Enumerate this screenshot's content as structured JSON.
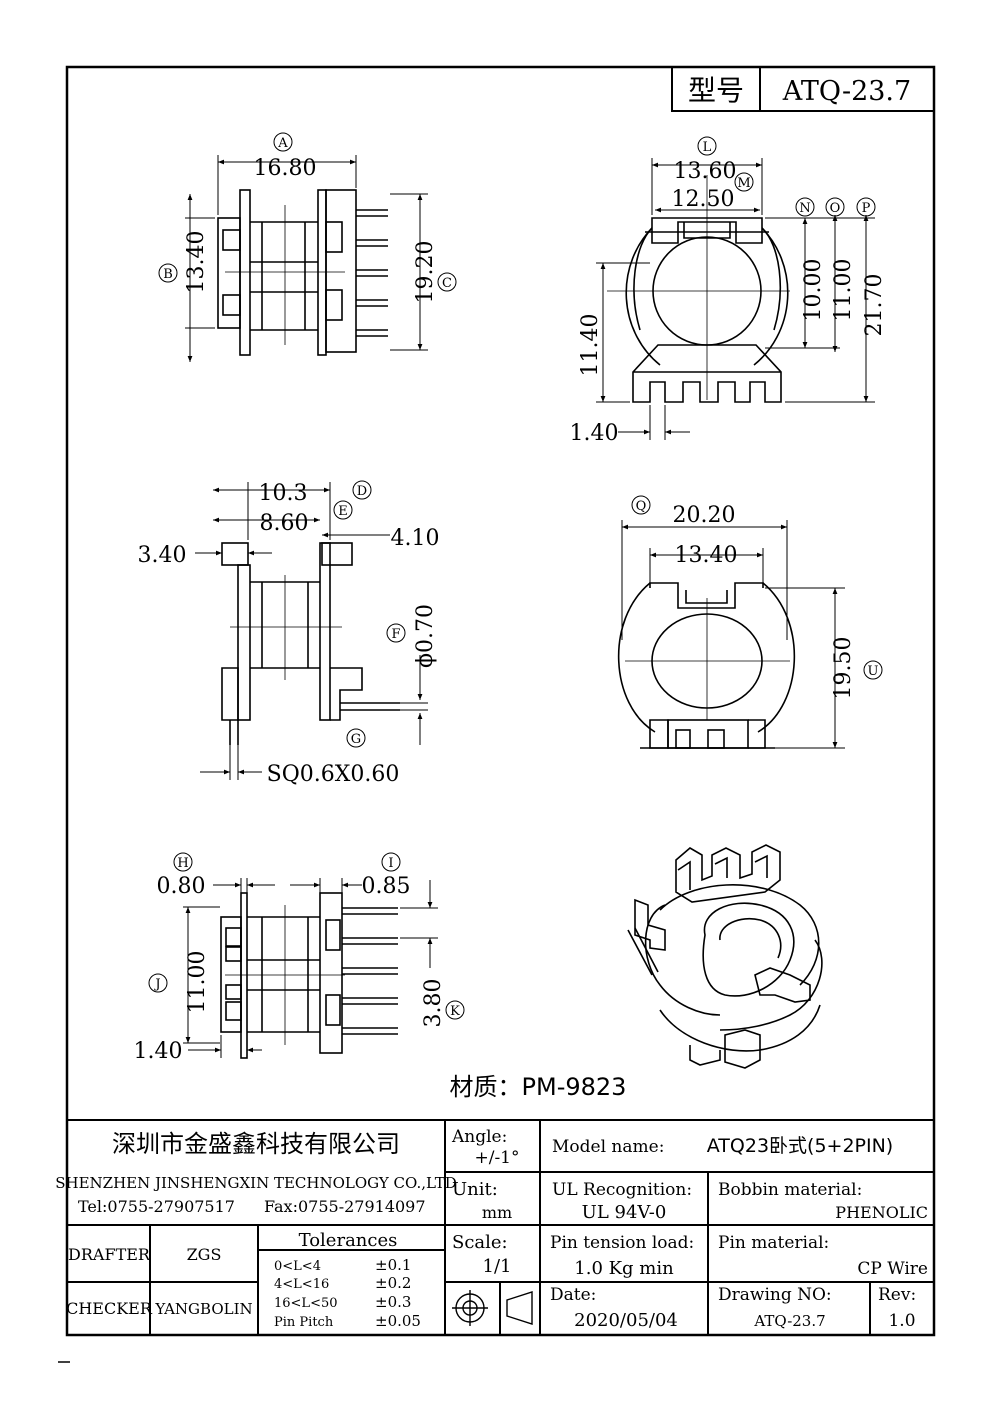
{
  "title_block": {
    "model_label": "型号",
    "model_value": "ATQ-23.7",
    "material_line": "材质：PM-9823",
    "company_cn": "深圳市金盛鑫科技有限公司",
    "company_en": "SHENZHEN JINSHENGXIN TECHNOLOGY CO.,LTD",
    "tel": "Tel:0755-27907517",
    "fax": "Fax:0755-27914097",
    "angle_label": "Angle:",
    "angle_value": "+/-1°",
    "unit_label": "Unit:",
    "unit_value": "mm",
    "scale_label": "Scale:",
    "scale_value": "1/1",
    "model_name_label": "Model name:",
    "model_name_value": "ATQ23卧式(5+2PIN)",
    "ul_label": "UL Recognition:",
    "ul_value": "UL 94V-0",
    "bobbin_label": "Bobbin material:",
    "bobbin_value": "PHENOLIC",
    "pin_tension_label": "Pin tension load:",
    "pin_tension_value": "1.0 Kg min",
    "pin_material_label": "Pin material:",
    "pin_material_value": "CP Wire",
    "date_label": "Date:",
    "date_value": "2020/05/04",
    "drawing_no_label": "Drawing NO:",
    "drawing_no_value": "ATQ-23.7",
    "rev_label": "Rev:",
    "rev_value": "1.0",
    "drafter_label": "DRAFTER",
    "drafter_value": "ZGS",
    "checker_label": "CHECKER",
    "checker_value": "YANGBOLIN",
    "tolerances_title": "Tolerances",
    "tolerances": [
      {
        "range": "0<L<4",
        "value": "±0.1"
      },
      {
        "range": "4<L<16",
        "value": "±0.2"
      },
      {
        "range": "16<L<50",
        "value": "±0.3"
      },
      {
        "range": "Pin Pitch",
        "value": "±0.05"
      }
    ]
  },
  "dimensions": {
    "A": {
      "tag": "A",
      "value": "16.80"
    },
    "B": {
      "tag": "B",
      "value": "13.40"
    },
    "C": {
      "tag": "C",
      "value": "19.20"
    },
    "L": {
      "tag": "L",
      "value": "13.60"
    },
    "M": {
      "tag": "M",
      "value": "12.50"
    },
    "N": {
      "tag": "N",
      "value": "10.00"
    },
    "O": {
      "tag": "O",
      "value": "11.00"
    },
    "P": {
      "tag": "P",
      "value": "21.70"
    },
    "h114": {
      "value": "11.40"
    },
    "w140a": {
      "value": "1.40"
    },
    "D": {
      "tag": "D",
      "value": "10.3"
    },
    "E": {
      "tag": "E",
      "value": "8.60"
    },
    "e410": {
      "value": "4.10"
    },
    "e340": {
      "value": "3.40"
    },
    "F": {
      "tag": "F",
      "value": "ϕ0.70"
    },
    "G": {
      "tag": "G",
      "value": "SQ0.6X0.60"
    },
    "Q": {
      "tag": "Q",
      "value": "20.20"
    },
    "q1340": {
      "value": "13.40"
    },
    "U": {
      "tag": "U",
      "value": "19.50"
    },
    "H": {
      "tag": "H",
      "value": "0.80"
    },
    "I": {
      "tag": "I",
      "value": "0.85"
    },
    "J": {
      "tag": "J",
      "value": "11.00"
    },
    "K": {
      "tag": "K",
      "value": "3.80"
    },
    "w140b": {
      "value": "1.40"
    }
  }
}
